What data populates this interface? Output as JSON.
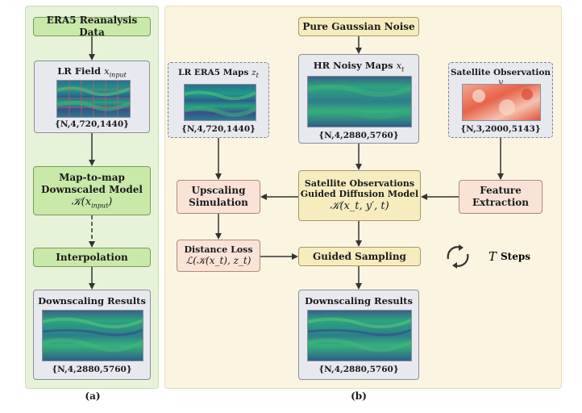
{
  "panel_a": {
    "era5_label": "ERA5 Reanalysis Data",
    "lr_field_label": "LR Field",
    "lr_field_var": "x",
    "lr_field_sub": "input",
    "lr_field_dims": "{N,4,720,1440}",
    "map_model_line1": "Map-to-map",
    "map_model_line2": "Downscaled Model",
    "map_model_formula": "𝒦(x",
    "map_model_formula_sub": "input",
    "map_model_formula_end": ")",
    "interpolation_label": "Interpolation",
    "results_label": "Downscaling Results",
    "results_dims": "{N,4,2880,5760}",
    "caption": "(a)"
  },
  "panel_b": {
    "noise_label": "Pure Gaussian Noise",
    "lr_maps_label": "LR ERA5 Maps",
    "lr_maps_var": "z",
    "lr_maps_sub": "t",
    "lr_maps_dims": "{N,4,720,1440}",
    "hr_label": "HR Noisy Maps",
    "hr_var": "x",
    "hr_sub": "t",
    "hr_dims": "{N,4,2880,5760}",
    "sat_label": "Satellite Observation",
    "sat_var": "y",
    "sat_dims": "{N,3,2000,5143}",
    "upscaling_line1": "Upscaling",
    "upscaling_line2": "Simulation",
    "guided_line1": "Satellite Observations",
    "guided_line2": "Guided Diffusion Model",
    "guided_formula": "𝒦(x_t, y′, t)",
    "feature_line1": "Feature",
    "feature_line2": "Extraction",
    "distance_label": "Distance Loss",
    "distance_formula": "ℒ(𝒦(x_t), z_t)",
    "guided_sampling_label": "Guided Sampling",
    "steps_var": "T",
    "steps_label": "Steps",
    "results_label": "Downscaling Results",
    "results_dims": "{N,4,2880,5760}",
    "caption": "(b)"
  },
  "colors": {
    "green_box": "#c9e9a9",
    "yellow_box": "#f7ecbe",
    "pink_box": "#fbe2d7",
    "gray_box": "#e7e9ef",
    "panel_a_bg": "#e6f3d8",
    "panel_b_bg": "#fbf4e1"
  }
}
